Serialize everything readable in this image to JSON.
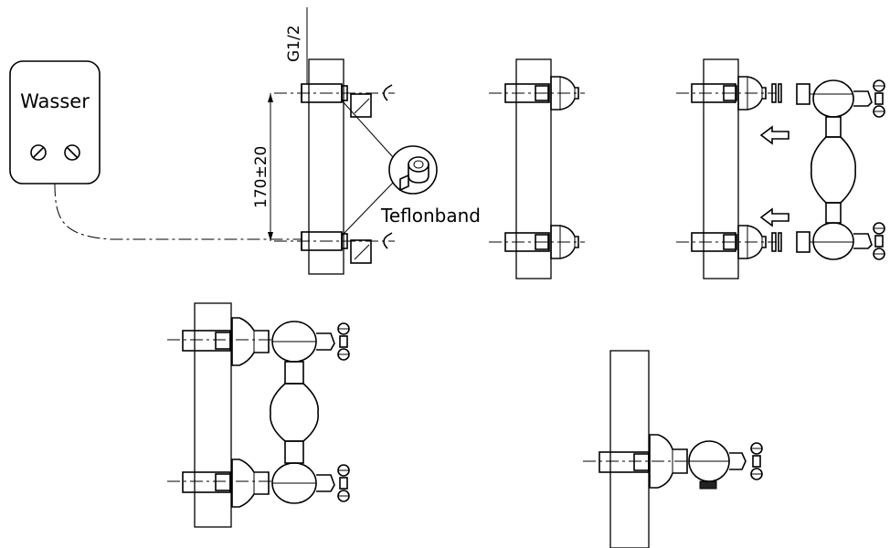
{
  "labels": {
    "heater": "Wasser",
    "pipe_size": "G1/2",
    "spacing": "170±20",
    "tape": "Teflonband"
  }
}
